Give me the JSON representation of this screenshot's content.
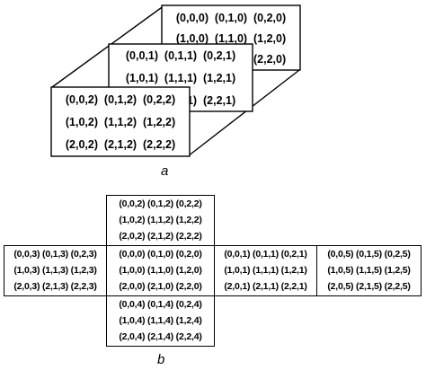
{
  "figure_a": {
    "caption": "a",
    "back": [
      "(0,0,0)  (0,1,0)  (0,2,0)",
      "(1,0,0)  (1,1,0)  (1,2,0)",
      "(2,0,0)  (2,1,0)  (2,2,0)"
    ],
    "middle": [
      "(0,0,1)  (0,1,1)  (0,2,1)",
      "(1,0,1)  (1,1,1)  (1,2,1)",
      "(2,0,1)  (2,1,1)  (2,2,1)"
    ],
    "front": [
      "(0,0,2)  (0,1,2)  (0,2,2)",
      "(1,0,2)  (1,1,2)  (1,2,2)",
      "(2,0,2)  (2,1,2)  (2,2,2)"
    ]
  },
  "figure_b": {
    "caption": "b",
    "top": [
      "(0,0,2) (0,1,2) (0,2,2)",
      "(1,0,2) (1,1,2) (1,2,2)",
      "(2,0,2) (2,1,2) (2,2,2)"
    ],
    "left": [
      "(0,0,3) (0,1,3) (0,2,3)",
      "(1,0,3) (1,1,3) (1,2,3)",
      "(2,0,3) (2,1,3) (2,2,3)"
    ],
    "center": [
      "(0,0,0) (0,1,0) (0,2,0)",
      "(1,0,0) (1,1,0) (1,2,0)",
      "(2,0,0) (2,1,0) (2,2,0)"
    ],
    "right1": [
      "(0,0,1) (0,1,1) (0,2,1)",
      "(1,0,1) (1,1,1) (1,2,1)",
      "(2,0,1) (2,1,1) (2,2,1)"
    ],
    "right2": [
      "(0,0,5) (0,1,5) (0,2,5)",
      "(1,0,5) (1,1,5) (1,2,5)",
      "(2,0,5) (2,1,5) (2,2,5)"
    ],
    "bottom": [
      "(0,0,4) (0,1,4) (0,2,4)",
      "(1,0,4) (1,1,4) (1,2,4)",
      "(2,0,4) (2,1,4) (2,2,4)"
    ]
  }
}
